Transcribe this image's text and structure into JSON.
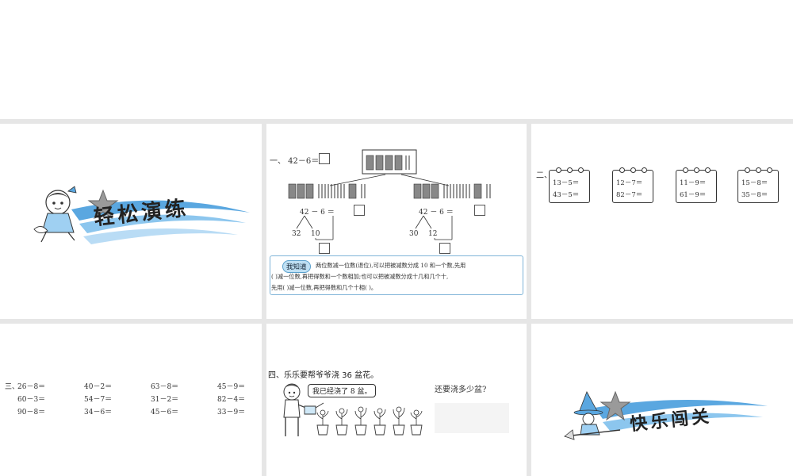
{
  "colors": {
    "accent_blue": "#5aa7e0",
    "title_dark": "#222222",
    "know_bg": "#bfe0f4"
  },
  "panel1": {
    "title": "轻松演练",
    "icon": "girl-illustration"
  },
  "panel2": {
    "problem": "一、 42－6＝",
    "left_tree": {
      "expr": "42 － 6 ＝",
      "split_a": "32",
      "split_b": "10"
    },
    "right_tree": {
      "expr": "42 － 6 ＝",
      "split_a": "30",
      "split_b": "12"
    },
    "know_tag": "我知道",
    "know_line1": "两位数减一位数(退位),可以把被减数分成 10 和一个数,先用",
    "know_line2": "(     )减一位数,再把得数和一个数相加;也可以把被减数分成十几和几个十,",
    "know_line3": "先用(      )减一位数,再把得数和几个十相(     )。"
  },
  "panel3": {
    "label": "二、",
    "cards": [
      {
        "line1": "13－5＝",
        "line2": "43－5＝"
      },
      {
        "line1": "12－7＝",
        "line2": "82－7＝"
      },
      {
        "line1": "11－9＝",
        "line2": "61－9＝"
      },
      {
        "line1": "15－8＝",
        "line2": "35－8＝"
      }
    ]
  },
  "panel4": {
    "label": "三、",
    "rows": [
      [
        "26－8＝",
        "40－2＝",
        "63－8＝",
        "45－9＝"
      ],
      [
        "60－3＝",
        "54－7＝",
        "31－2＝",
        "82－4＝"
      ],
      [
        "90－8＝",
        "34－6＝",
        "45－6＝",
        "33－9＝"
      ]
    ]
  },
  "panel5": {
    "title": "四、乐乐要帮爷爷浇 36 盆花。",
    "speech": "我已经浇了 8 盆。",
    "question": "还要浇多少盆?"
  },
  "panel6": {
    "title": "快乐闯关",
    "icon": "witch-illustration"
  }
}
